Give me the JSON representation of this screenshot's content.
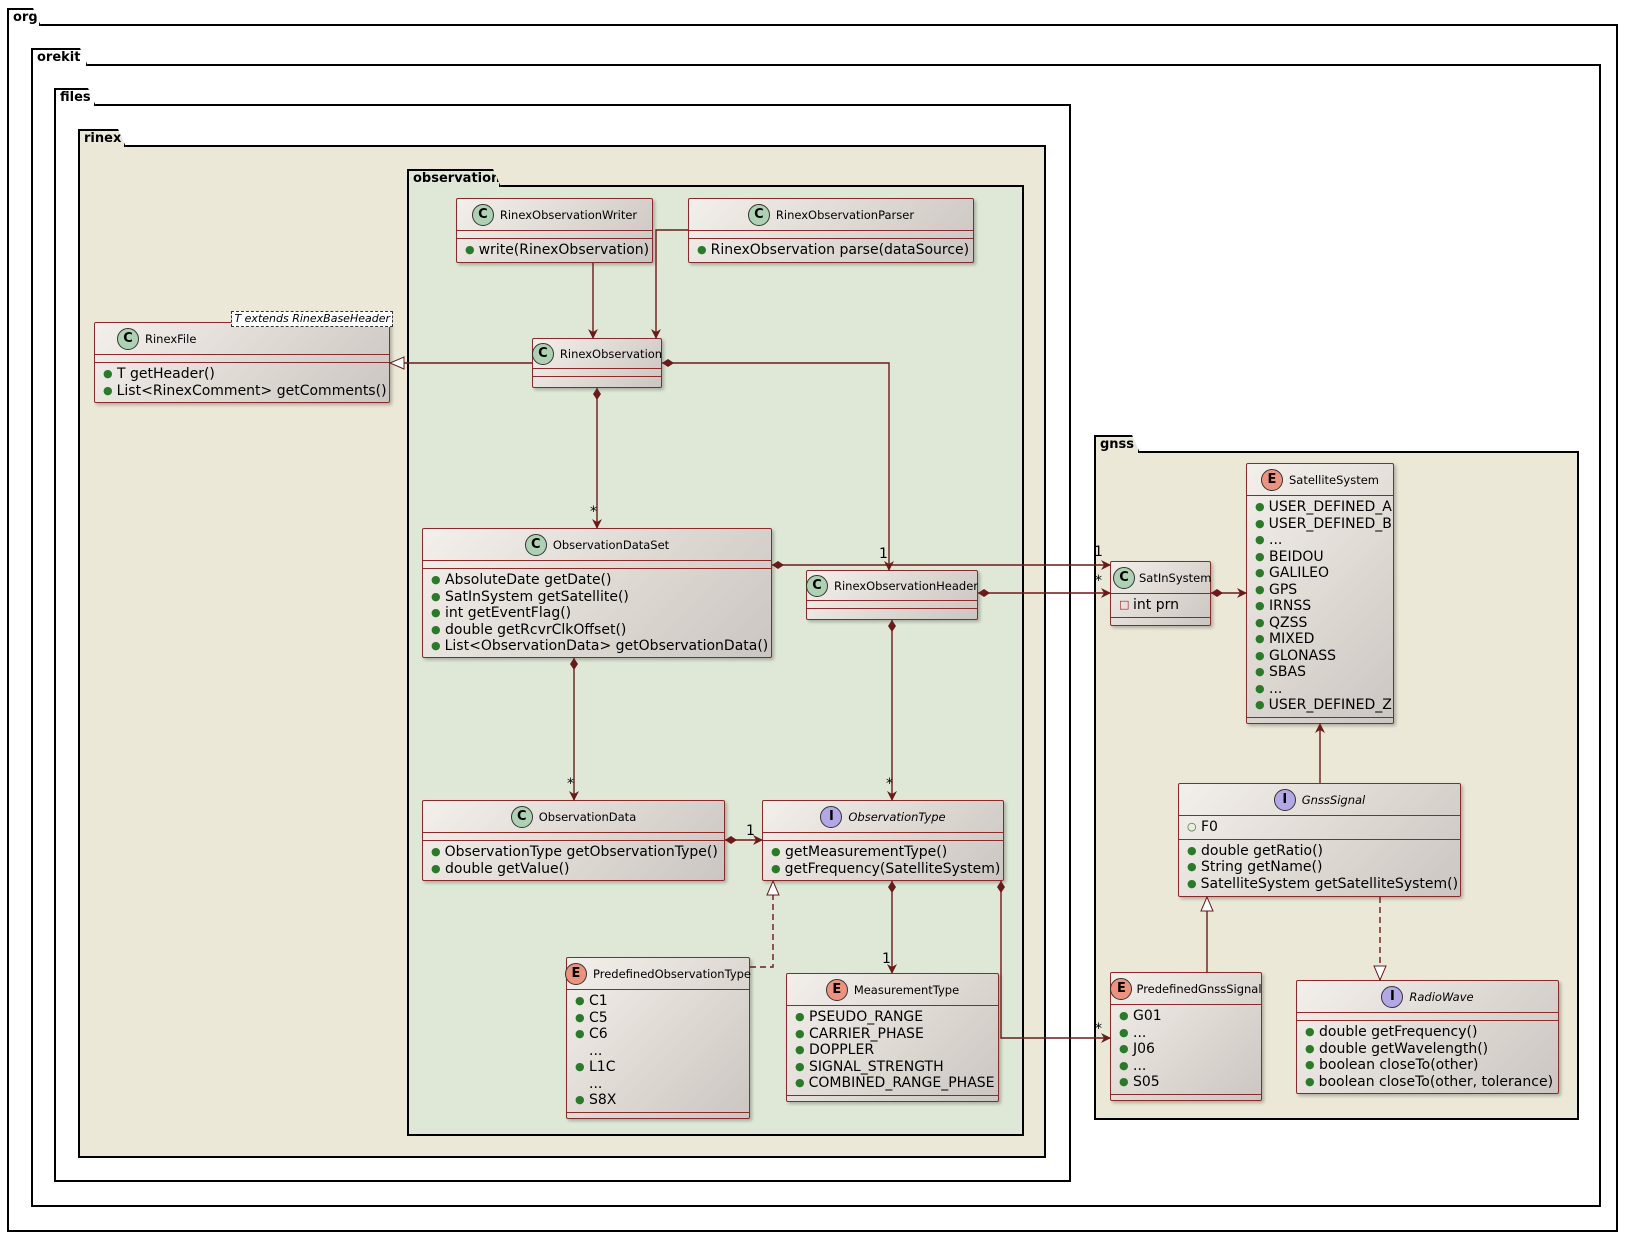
{
  "packages": {
    "org": "org",
    "orekit": "orekit",
    "files": "files",
    "rinex": "rinex",
    "observation": "observation",
    "gnss": "gnss"
  },
  "classes": {
    "rinex_observation_writer": {
      "badge": "C",
      "name": "RinexObservationWriter",
      "methods": [
        "write(RinexObservation)"
      ]
    },
    "rinex_observation_parser": {
      "badge": "C",
      "name": "RinexObservationParser",
      "methods": [
        "RinexObservation parse(dataSource)"
      ]
    },
    "rinex_file": {
      "badge": "C",
      "name": "RinexFile",
      "template": "T extends RinexBaseHeader",
      "methods": [
        "T getHeader()",
        "List<RinexComment> getComments()"
      ]
    },
    "rinex_observation": {
      "badge": "C",
      "name": "RinexObservation"
    },
    "observation_data_set": {
      "badge": "C",
      "name": "ObservationDataSet",
      "methods": [
        "AbsoluteDate getDate()",
        "SatInSystem getSatellite()",
        "int getEventFlag()",
        "double getRcvrClkOffset()",
        "List<ObservationData> getObservationData()"
      ]
    },
    "rinex_observation_header": {
      "badge": "C",
      "name": "RinexObservationHeader"
    },
    "observation_data": {
      "badge": "C",
      "name": "ObservationData",
      "methods": [
        "ObservationType getObservationType()",
        "double getValue()"
      ]
    },
    "observation_type": {
      "badge": "I",
      "name": "ObservationType",
      "methods": [
        "getMeasurementType()",
        "getFrequency(SatelliteSystem)"
      ]
    },
    "predefined_observation_type": {
      "badge": "E",
      "name": "PredefinedObservationType",
      "values": [
        {
          "vis": true,
          "text": "C1"
        },
        {
          "vis": true,
          "text": "C5"
        },
        {
          "vis": true,
          "text": "C6"
        },
        {
          "vis": false,
          "text": "..."
        },
        {
          "vis": true,
          "text": "L1C"
        },
        {
          "vis": false,
          "text": "..."
        },
        {
          "vis": true,
          "text": "S8X"
        }
      ]
    },
    "measurement_type": {
      "badge": "E",
      "name": "MeasurementType",
      "values": [
        "PSEUDO_RANGE",
        "CARRIER_PHASE",
        "DOPPLER",
        "SIGNAL_STRENGTH",
        "COMBINED_RANGE_PHASE"
      ]
    },
    "satellite_system": {
      "badge": "E",
      "name": "SatelliteSystem",
      "values": [
        "USER_DEFINED_A",
        "USER_DEFINED_B",
        "...",
        "BEIDOU",
        "GALILEO",
        "GPS",
        "IRNSS",
        "QZSS",
        "MIXED",
        "GLONASS",
        "SBAS",
        "...",
        "USER_DEFINED_Z"
      ]
    },
    "sat_in_system": {
      "badge": "C",
      "name": "SatInSystem",
      "fields": [
        "int prn"
      ]
    },
    "gnss_signal": {
      "badge": "I",
      "name": "GnssSignal",
      "fields": [
        "F0"
      ],
      "methods": [
        "double getRatio()",
        "String getName()",
        "SatelliteSystem getSatelliteSystem()"
      ]
    },
    "predefined_gnss_signal": {
      "badge": "E",
      "name": "PredefinedGnssSignal",
      "values": [
        "G01",
        "...",
        "J06",
        "...",
        "S05"
      ]
    },
    "radio_wave": {
      "badge": "I",
      "name": "RadioWave",
      "methods": [
        "double getFrequency()",
        "double getWavelength()",
        "boolean closeTo(other)",
        "boolean closeTo(other, tolerance)"
      ]
    }
  },
  "multiplicities": {
    "rinexobs_dataset": "*",
    "rinexobs_header": "1",
    "dataset_satinsystem": "1",
    "header_satinsystem": "*",
    "dataset_obsdata": "*",
    "header_obstype": "*",
    "obsdata_obstype": "1",
    "obstype_meastype": "1",
    "obstype_gnsssignal": "*"
  },
  "colors": {
    "edge": "#6b1a1a",
    "package_bg": "#ebe8d7",
    "observation_bg": "#dfe8d7",
    "class_border": "#8a2a2a"
  }
}
